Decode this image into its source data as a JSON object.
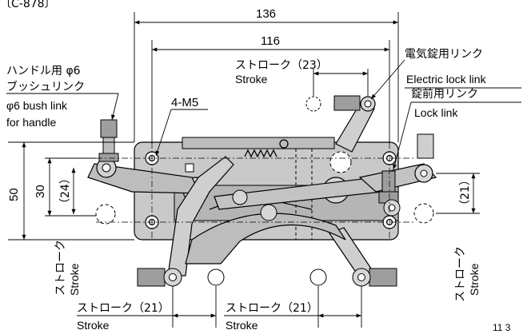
{
  "ref_code": "〔C-878〕",
  "page_fragment": "11 3",
  "dims": {
    "overall_width": "136",
    "hole_pitch": "116",
    "height_50": "50",
    "height_30": "30",
    "thread": "4-M5"
  },
  "labels": {
    "handle_jp": "ハンドル用 φ6",
    "handle_jp2": "ブッシュリンク",
    "handle_en1": "φ6 bush link",
    "handle_en2": "for handle",
    "elec_jp": "電気錠用リンク",
    "elec_en": "Electric lock link",
    "lock_jp": "錠前用リンク",
    "lock_en": "Lock link"
  },
  "strokes": {
    "top_jp": "ストローク（23）",
    "top_en": "Stroke",
    "left_jp": "ストローク",
    "left_val": "（24）",
    "left_en": "Stroke",
    "right_jp": "ストローク",
    "right_val": "（21）",
    "right_en": "Stroke",
    "bottom_left_jp": "ストローク（21）",
    "bottom_left_en": "Stroke",
    "bottom_right_jp": "ストローク（21）",
    "bottom_right_en": "Stroke"
  }
}
